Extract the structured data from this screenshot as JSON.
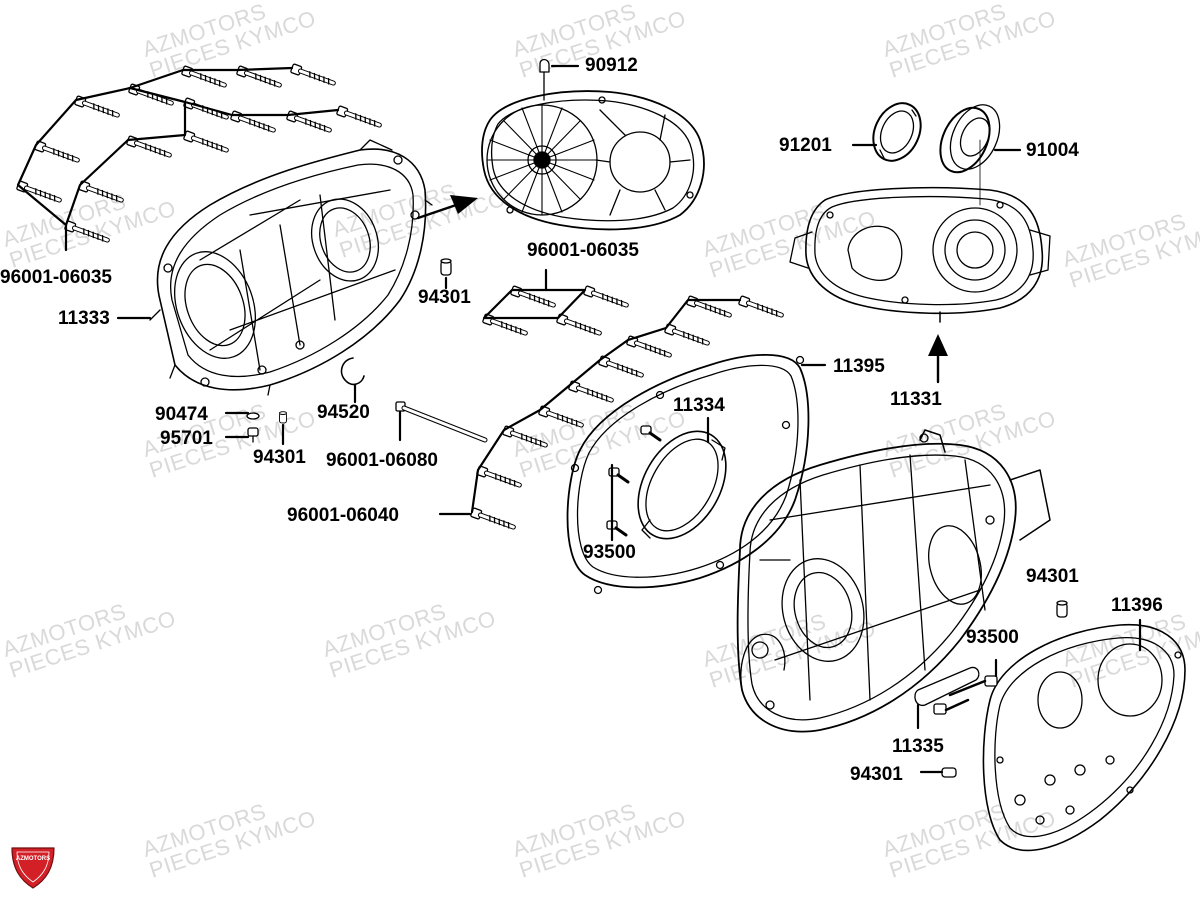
{
  "watermark": {
    "line1": "AZMOTORS",
    "line2": "PIECES KYMCO"
  },
  "logo_text": "AZMOTORS",
  "colors": {
    "line": "#000000",
    "watermark": "#d9d9d9",
    "logo_red": "#d32027"
  },
  "labels": {
    "p90912": "90912",
    "p91201": "91201",
    "p91004": "91004",
    "p96001_06035_left": "96001-06035",
    "p96001_06035_mid": "96001-06035",
    "p11333": "11333",
    "p94301_a": "94301",
    "p94520": "94520",
    "p90474": "90474",
    "p95701": "95701",
    "p94301_b": "94301",
    "p96001_06080": "96001-06080",
    "p96001_06040": "96001-06040",
    "p11395": "11395",
    "p11334": "11334",
    "p11331": "11331",
    "p93500_a": "93500",
    "p94301_c": "94301",
    "p11396": "11396",
    "p93500_b": "93500",
    "p11335": "11335",
    "p94301_d": "94301"
  }
}
